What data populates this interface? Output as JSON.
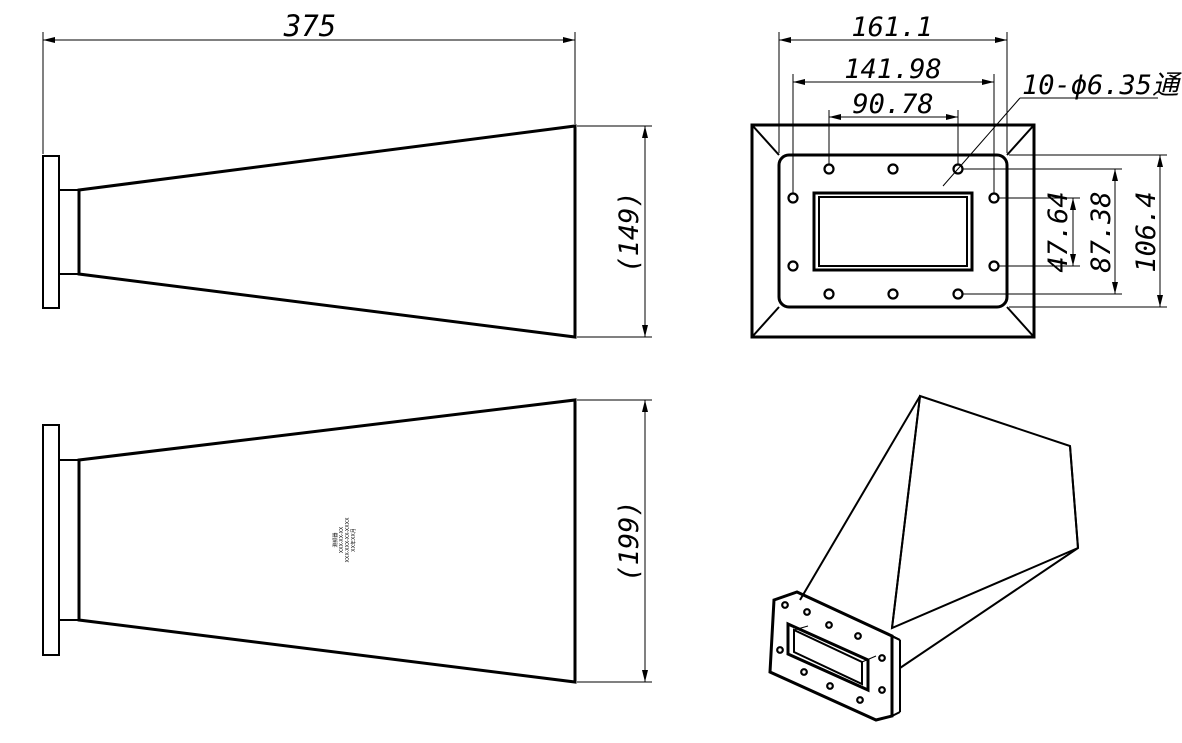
{
  "drawing": {
    "side_view": {
      "overall_length": "375",
      "aperture_height": "(149)"
    },
    "front_view": {
      "width_outer": "161.1",
      "width_holes_outer": "141.98",
      "width_holes_inner": "90.78",
      "hole_callout": "10-ϕ6.35通",
      "height_holes_inner": "47.64",
      "height_holes_outer": "87.38",
      "height_outer": "106.4"
    },
    "top_view": {
      "aperture_width": "(199)",
      "nameplate_lines": [
        "测频器",
        "XXX-XX-XX",
        "XXX-XXX-XX-XXXX",
        "XX年XX月"
      ]
    }
  }
}
